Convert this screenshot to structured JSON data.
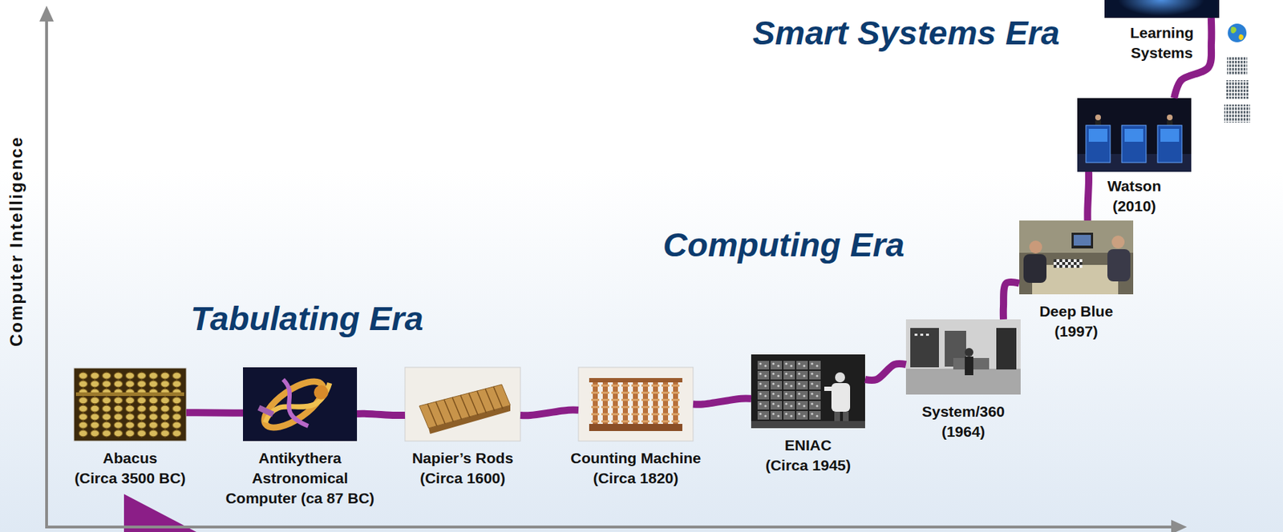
{
  "diagram": {
    "nodes": [
      {
        "text": [
          "Abacus (Circa 3500 BC)"
        ]
      },
      {
        "text": [
          "Antikythera Astronomical Computer (ca 87 BC)"
        ]
      },
      {
        "text": [
          "Napier’s Rods (Circa 1600)"
        ]
      },
      {
        "text": [
          "Counting Machine (Circa 1820)"
        ]
      },
      {
        "text": [
          "ENIAC (Circa 1945)"
        ]
      },
      {
        "text": [
          "System/360 (1964)"
        ]
      },
      {
        "text": [
          "Deep Blue (1997)"
        ]
      },
      {
        "text": [
          "Watson (2010)"
        ]
      },
      {
        "text": [
          "Learning Systems"
        ]
      }
    ],
    "edges": [
      {
        "from": 0,
        "to": 1,
        "arrow": "none"
      },
      {
        "from": 1,
        "to": 2,
        "arrow": "none"
      },
      {
        "from": 2,
        "to": 3,
        "arrow": "none"
      },
      {
        "from": 3,
        "to": 4,
        "arrow": "none"
      },
      {
        "from": 4,
        "to": 5,
        "arrow": "none"
      },
      {
        "from": 5,
        "to": 6,
        "arrow": "none"
      },
      {
        "from": 6,
        "to": 7,
        "arrow": "none"
      },
      {
        "from": 7,
        "to": 8,
        "arrow": "none"
      }
    ],
    "labels": [
      "Computer Intelligence",
      "Tabulating Era",
      "Computing Era",
      "Smart Systems Era"
    ]
  }
}
